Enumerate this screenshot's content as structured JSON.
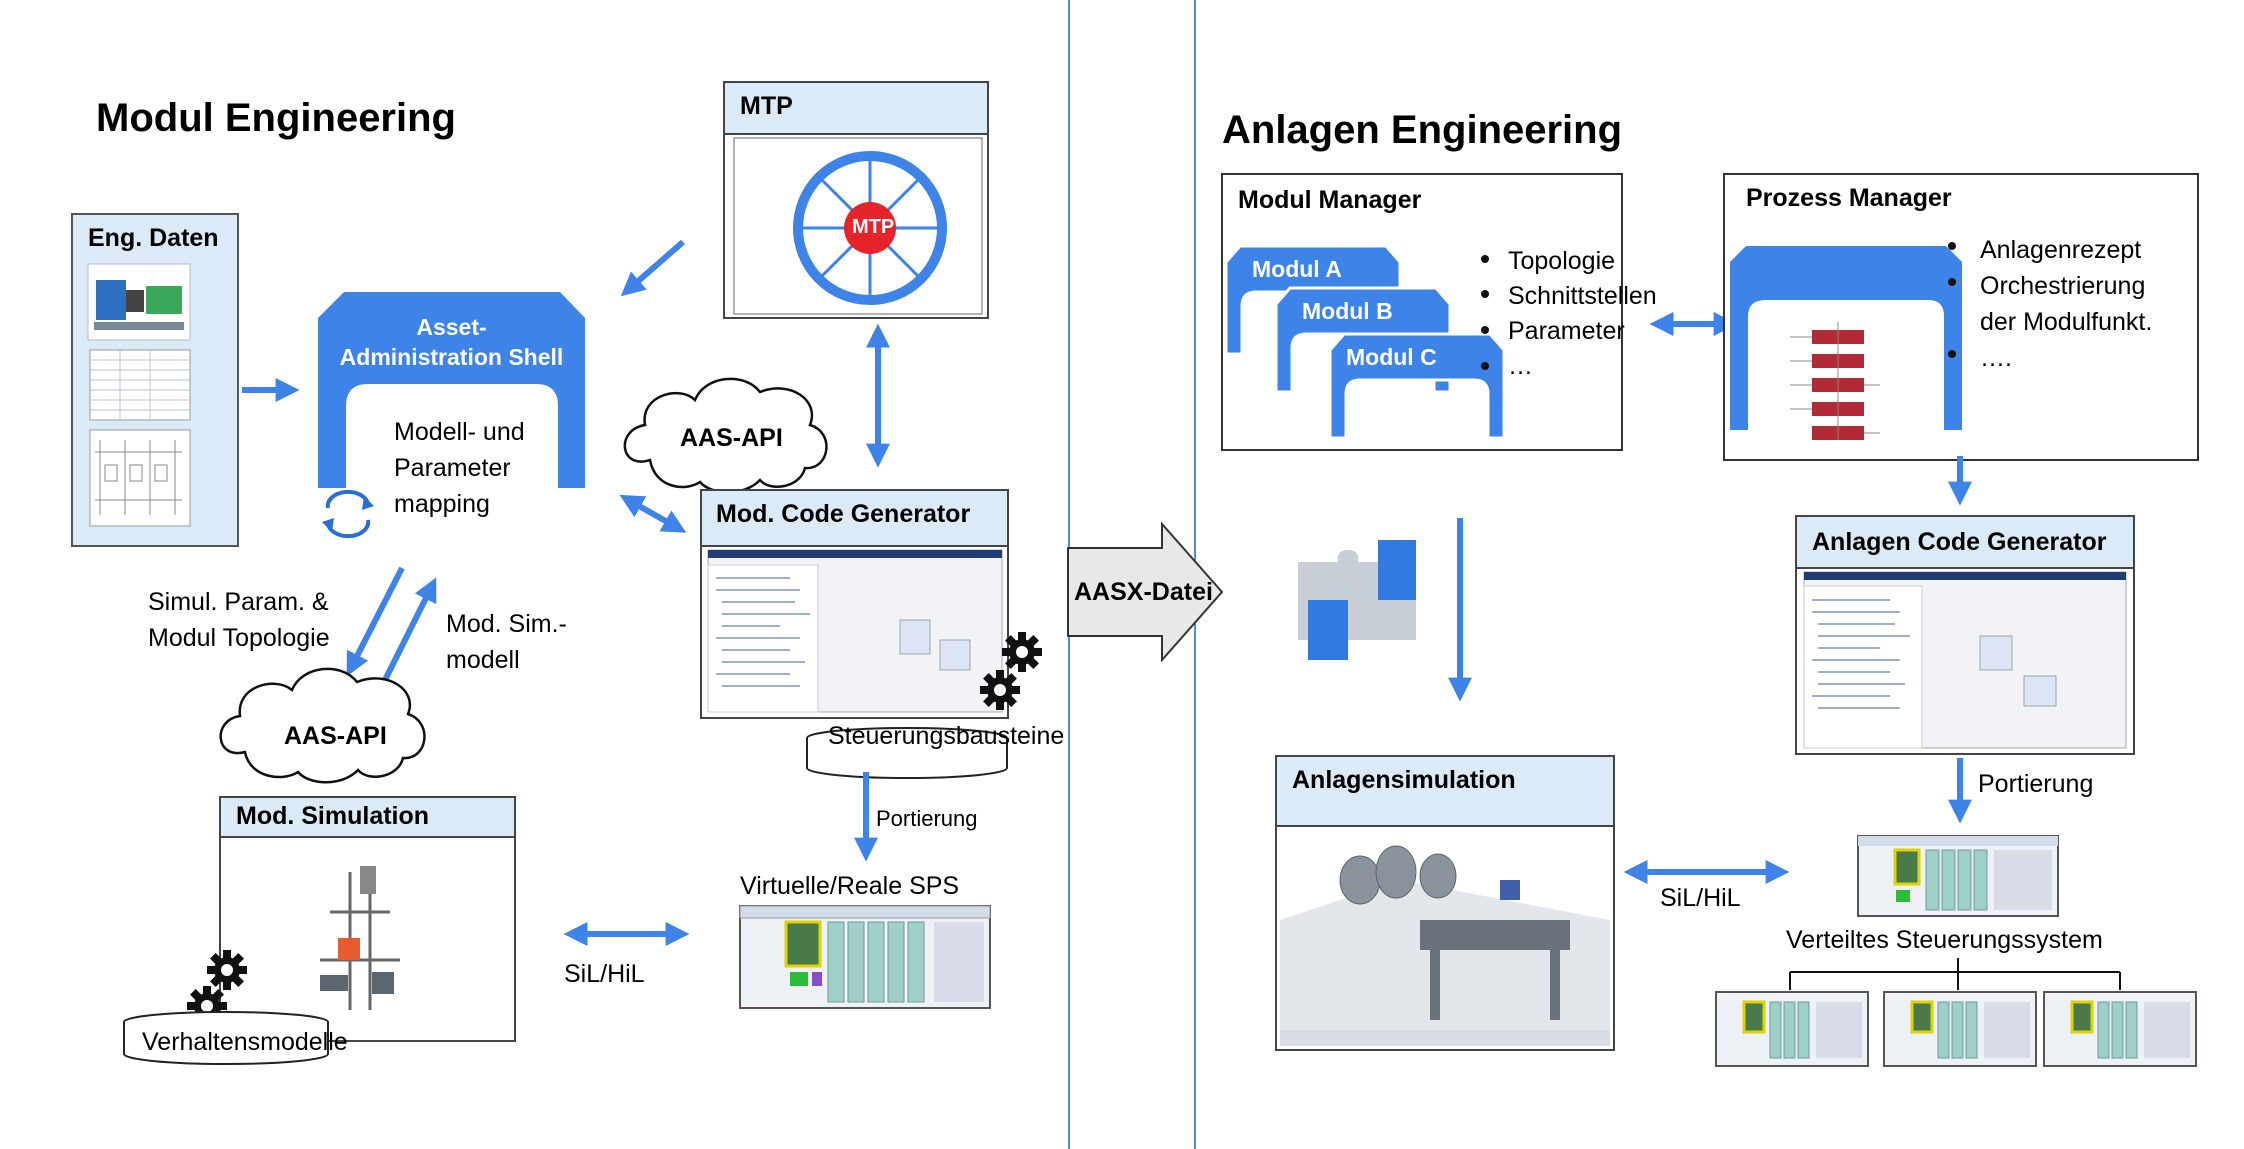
{
  "titles": {
    "modul_engineering": "Modul Engineering",
    "anlagen_engineering": "Anlagen Engineering"
  },
  "left": {
    "eng_daten": "Eng. Daten",
    "aas_title_1": "Asset-",
    "aas_title_2": "Administration Shell",
    "aas_body": [
      "Modell- und",
      "Parameter",
      "mapping"
    ],
    "aas_api": "AAS-API",
    "mtp_title": "MTP",
    "mtp_center": "MTP",
    "mod_code_gen": "Mod. Code Generator",
    "steuerungsbausteine": "Steuerungsbausteine",
    "simul_param": [
      "Simul. Param. &",
      "Modul Topologie"
    ],
    "mod_sim_modell": [
      "Mod. Sim.-",
      "modell"
    ],
    "mod_simulation": "Mod. Simulation",
    "verhaltensmodelle": "Verhaltensmodelle",
    "portierung": "Portierung",
    "sps": "Virtuelle/Reale SPS",
    "sil_hil": "SiL/HiL"
  },
  "middle": {
    "aasx": "AASX-Datei"
  },
  "right": {
    "modul_manager": "Modul Manager",
    "modul_a": "Modul A",
    "modul_b": "Modul B",
    "modul_c": "Modul C",
    "modul_list": [
      "Topologie",
      "Schnittstellen",
      "Parameter",
      "…"
    ],
    "prozess_manager": "Prozess Manager",
    "prozess_list": [
      "Anlagenrezept",
      "Orchestrierung",
      "der Modulfunkt.",
      "…."
    ],
    "anlagen_code_gen": "Anlagen Code Generator",
    "portierung": "Portierung",
    "anlagensimulation": "Anlagensimulation",
    "sil_hil": "SiL/HiL",
    "verteiltes": "Verteiltes Steuerungssystem"
  },
  "colors": {
    "accent_blue": "#3d83e8",
    "header_blue": "#dbeaf7",
    "mtp_red": "#e4232a",
    "divider": "#4f8fd6"
  }
}
